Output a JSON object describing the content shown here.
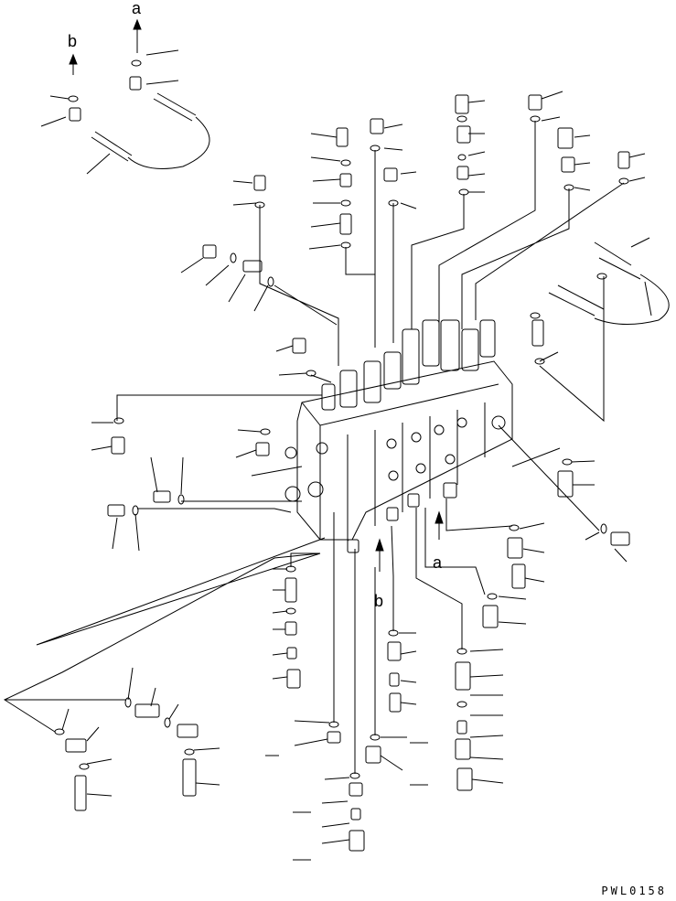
{
  "diagram": {
    "arrow_labels": {
      "top_a": "a",
      "top_b": "b",
      "mid_a": "a",
      "mid_b": "b"
    },
    "drawing_code": "PWL0158"
  }
}
